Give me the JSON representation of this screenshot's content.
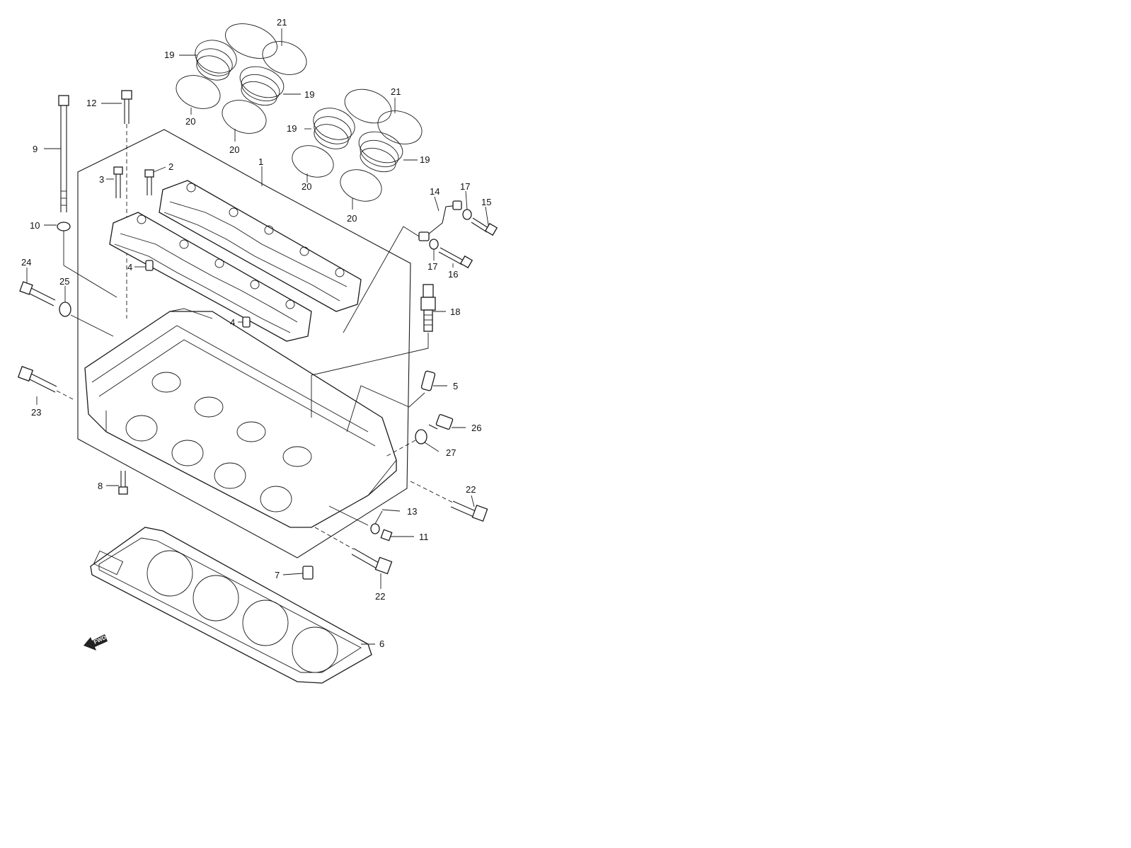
{
  "diagram": {
    "fwd_text": "FWD",
    "callouts": [
      {
        "id": "c21a",
        "text": "21"
      },
      {
        "id": "c19a",
        "text": "19"
      },
      {
        "id": "c19b",
        "text": "19"
      },
      {
        "id": "c20a",
        "text": "20"
      },
      {
        "id": "c20b",
        "text": "20"
      },
      {
        "id": "c21b",
        "text": "21"
      },
      {
        "id": "c19c",
        "text": "19"
      },
      {
        "id": "c19d",
        "text": "19"
      },
      {
        "id": "c20c",
        "text": "20"
      },
      {
        "id": "c20d",
        "text": "20"
      },
      {
        "id": "c12",
        "text": "12"
      },
      {
        "id": "c9",
        "text": "9"
      },
      {
        "id": "c3",
        "text": "3"
      },
      {
        "id": "c2",
        "text": "2"
      },
      {
        "id": "c1",
        "text": "1"
      },
      {
        "id": "c10",
        "text": "10"
      },
      {
        "id": "c14",
        "text": "14"
      },
      {
        "id": "c17a",
        "text": "17"
      },
      {
        "id": "c15",
        "text": "15"
      },
      {
        "id": "c17b",
        "text": "17"
      },
      {
        "id": "c16",
        "text": "16"
      },
      {
        "id": "c4a",
        "text": "4"
      },
      {
        "id": "c24",
        "text": "24"
      },
      {
        "id": "c25",
        "text": "25"
      },
      {
        "id": "c4b",
        "text": "4"
      },
      {
        "id": "c18",
        "text": "18"
      },
      {
        "id": "c5",
        "text": "5"
      },
      {
        "id": "c23",
        "text": "23"
      },
      {
        "id": "c26",
        "text": "26"
      },
      {
        "id": "c27",
        "text": "27"
      },
      {
        "id": "c8",
        "text": "8"
      },
      {
        "id": "c22a",
        "text": "22"
      },
      {
        "id": "c13",
        "text": "13"
      },
      {
        "id": "c11",
        "text": "11"
      },
      {
        "id": "c7",
        "text": "7"
      },
      {
        "id": "c22b",
        "text": "22"
      },
      {
        "id": "c6",
        "text": "6"
      }
    ]
  }
}
